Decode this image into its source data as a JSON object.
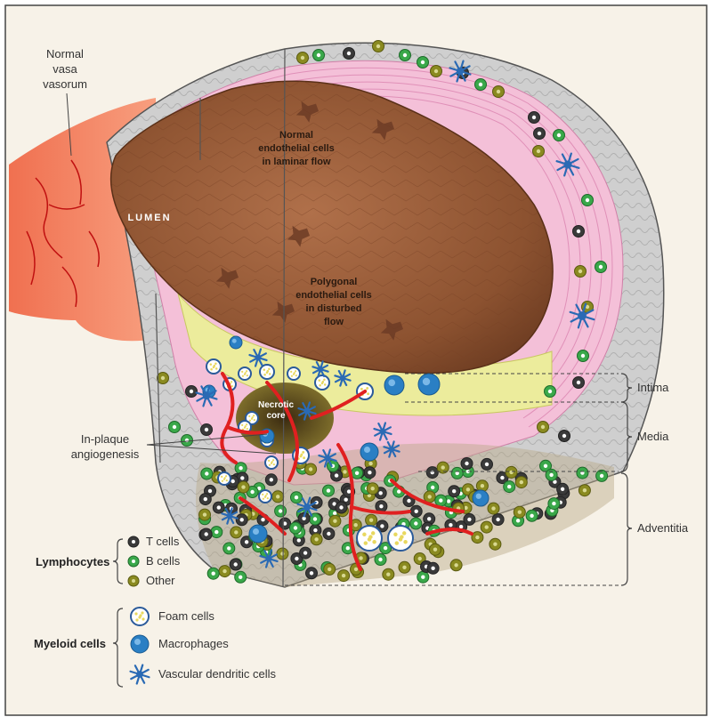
{
  "labels": {
    "vasa_1": "Normal",
    "vasa_2": "vasa",
    "vasa_3": "vasorum",
    "lumen": "LUMEN",
    "normal_1": "Normal",
    "normal_2": "endothelial cells",
    "normal_3": "in laminar flow",
    "poly_1": "Polygonal",
    "poly_2": "endothelial cells",
    "poly_3": "in disturbed",
    "poly_4": "flow",
    "necrotic_1": "Necrotic",
    "necrotic_2": "core",
    "angio_1": "In-plaque",
    "angio_2": "angiogenesis",
    "intima": "Intima",
    "media": "Media",
    "adventitia": "Adventitia"
  },
  "legend": {
    "lymphocytes": {
      "title": "Lymphocytes",
      "items": [
        "T cells",
        "B cells",
        "Other"
      ]
    },
    "myeloid": {
      "title": "Myeloid cells",
      "items": [
        "Foam cells",
        "Macrophages",
        "Vascular dendritic cells"
      ]
    }
  },
  "colors": {
    "t_cell": "#3a3a3a",
    "b_cell": "#3aa84a",
    "other": "#8a8a20",
    "macrophage": "#2a7fc4",
    "vessel": "#e02020",
    "plaque": "#e8e89a",
    "lumen": "#a0603c",
    "media": "#f4c0d8",
    "adventitia": "#c8c8c8"
  }
}
